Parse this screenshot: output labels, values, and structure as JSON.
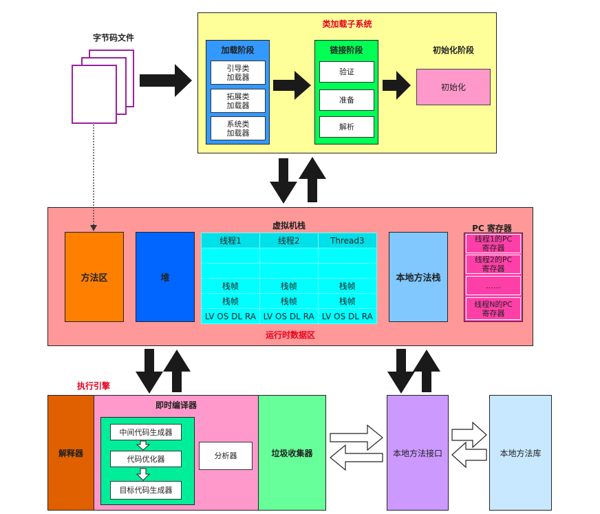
{
  "bytecode_files": {
    "label": "字节码文件"
  },
  "class_loader_subsystem": {
    "title": "类加载子系统",
    "loading": {
      "title": "加载阶段",
      "items": [
        "引导类\n加载器",
        "拓展类\n加载器",
        "系统类\n加载器"
      ]
    },
    "linking": {
      "title": "链接阶段",
      "items": [
        "验证",
        "准备",
        "解析"
      ]
    },
    "initialization": {
      "title": "初始化阶段",
      "box": "初始化"
    }
  },
  "runtime_data_area": {
    "title": "运行时数据区",
    "method_area": "方法区",
    "heap": "堆",
    "vm_stack": {
      "title": "虚拟机栈",
      "threads": [
        "线程1",
        "线程2",
        "Thread3"
      ],
      "rows": [
        [
          "",
          "",
          ""
        ],
        [
          "",
          "",
          ""
        ],
        [
          "栈帧",
          "栈帧",
          "栈帧"
        ],
        [
          "栈帧",
          "栈帧",
          "栈帧"
        ],
        [
          "LV OS DL RA",
          "LV OS DL RA",
          "LV OS DL RA"
        ]
      ]
    },
    "native_method_stack": "本地方法栈",
    "pc_register": {
      "title": "PC 寄存器",
      "items": [
        "线程1的PC\n寄存器",
        "线程2的PC\n寄存器",
        "……",
        "线程N的PC\n寄存器"
      ]
    }
  },
  "execution_engine": {
    "title": "执行引擎",
    "interpreter": "解释器",
    "jit": {
      "title": "即时编译器",
      "pipeline": [
        "中间代码生成器",
        "代码优化器",
        "目标代码生成器"
      ],
      "analyzer": "分析器"
    },
    "gc": "垃圾收集器"
  },
  "native_interface": "本地方法接口",
  "native_library": "本地方法库",
  "colors": {
    "class_loader_bg": "#ffff99",
    "loading_bg": "#3399ff",
    "linking_bg": "#00ff55",
    "init_bg": "#ff99cc",
    "runtime_bg": "#ff9999",
    "method_area_bg": "#ff7f00",
    "heap_bg": "#0066ff",
    "vm_stack_bg": "#00ffff",
    "native_stack_bg": "#80c8ff",
    "pc_register_bg": "#ff3fa8",
    "interpreter_bg": "#e06000",
    "jit_bg": "#ff99cc",
    "jit_pipeline_bg": "#00ee99",
    "gc_bg": "#66ff99",
    "native_interface_bg": "#cc99ff",
    "native_library_bg": "#c8e8ff",
    "title_red": "#e8001c"
  }
}
